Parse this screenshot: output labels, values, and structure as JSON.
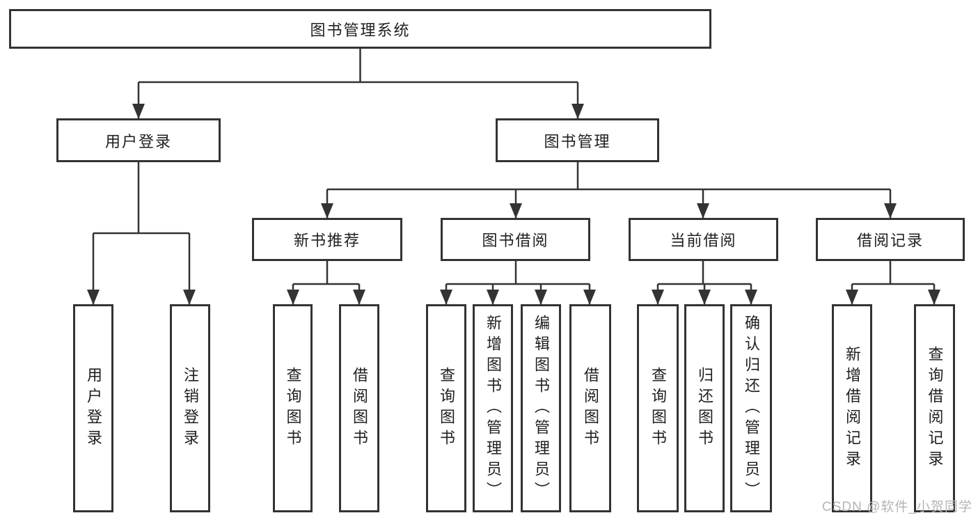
{
  "diagram": {
    "tree": {
      "root": {
        "label": "图书管理系统",
        "children": [
          {
            "label": "用户登录",
            "children": [
              {
                "label": "用户登录"
              },
              {
                "label": "注销登录"
              }
            ]
          },
          {
            "label": "图书管理",
            "children": [
              {
                "label": "新书推荐",
                "children": [
                  {
                    "label": "查询图书"
                  },
                  {
                    "label": "借阅图书"
                  }
                ]
              },
              {
                "label": "图书借阅",
                "children": [
                  {
                    "label": "查询图书"
                  },
                  {
                    "label": "新增图书（管理员）"
                  },
                  {
                    "label": "编辑图书（管理员）"
                  },
                  {
                    "label": "借阅图书"
                  }
                ]
              },
              {
                "label": "当前借阅",
                "children": [
                  {
                    "label": "查询图书"
                  },
                  {
                    "label": "归还图书"
                  },
                  {
                    "label": "确认归还（管理员）"
                  }
                ]
              },
              {
                "label": "借阅记录",
                "children": [
                  {
                    "label": "新增借阅记录"
                  },
                  {
                    "label": "查询借阅记录"
                  }
                ]
              }
            ]
          }
        ]
      }
    },
    "colors": {
      "line": "#333333",
      "text": "#1f1f1f",
      "box_background": "#ffffff",
      "page_background": "#ffffff",
      "watermark": "#b5b5b5"
    },
    "watermark": {
      "text": "CSDN @软件_小贺同学"
    }
  }
}
